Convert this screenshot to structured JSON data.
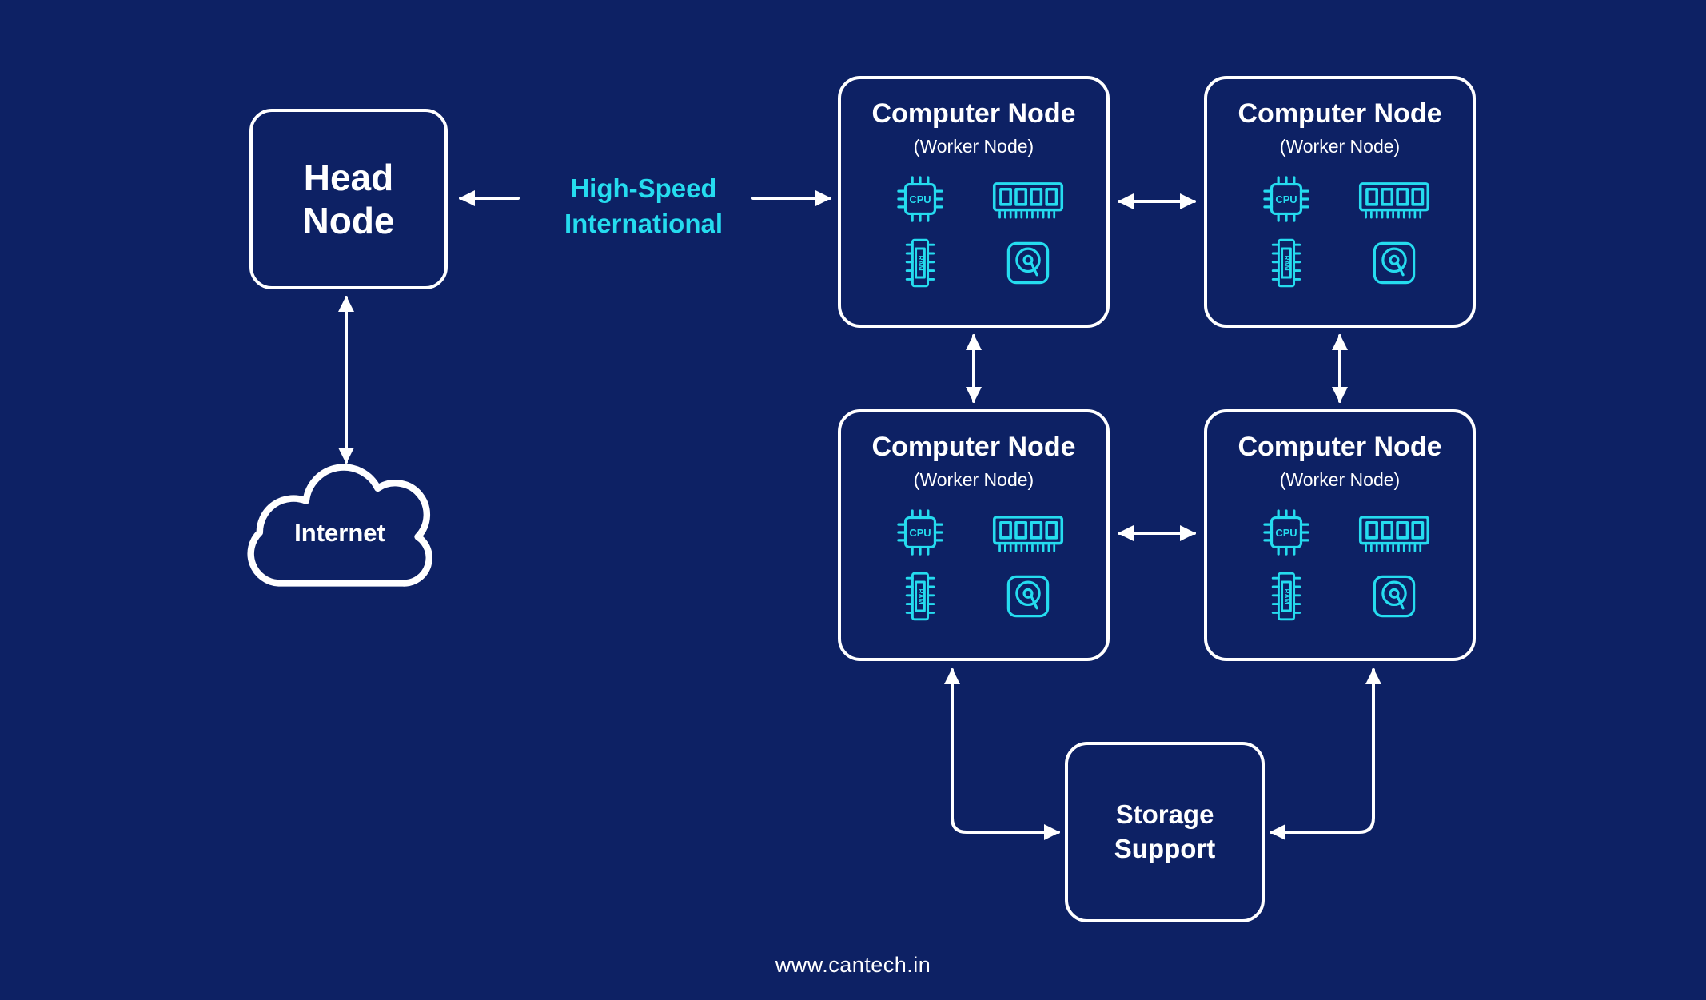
{
  "diagram": {
    "colors": {
      "background": "#0D2164",
      "accent": "#25DCEF",
      "stroke": "#FFFFFF"
    },
    "head_node": {
      "label": "Head Node"
    },
    "internet": {
      "label": "Internet"
    },
    "interconnect": {
      "label": "High-Speed International"
    },
    "worker_nodes": [
      {
        "title": "Computer Node",
        "subtitle": "(Worker Node)"
      },
      {
        "title": "Computer Node",
        "subtitle": "(Worker Node)"
      },
      {
        "title": "Computer Node",
        "subtitle": "(Worker Node)"
      },
      {
        "title": "Computer Node",
        "subtitle": "(Worker Node)"
      }
    ],
    "storage": {
      "label": "Storage Support"
    },
    "footer": {
      "label": "www.cantech.in"
    },
    "icons": [
      "cpu-icon",
      "memory-dimm-icon",
      "ram-chip-icon",
      "hard-disk-icon"
    ]
  }
}
